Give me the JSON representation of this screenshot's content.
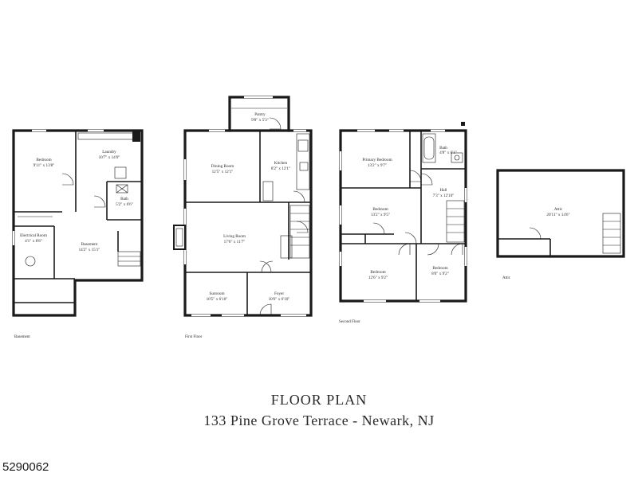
{
  "title": "FLOOR PLAN",
  "subtitle": "133 Pine Grove Terrace - Newark, NJ",
  "listing_id": "5290062",
  "floors": [
    {
      "label": "Basement",
      "rooms": [
        {
          "name": "Bedroom",
          "dims": "9'11\" x 13'8\""
        },
        {
          "name": "Laundry",
          "dims": "10'7\" x 14'0\""
        },
        {
          "name": "Bath",
          "dims": "5'2\" x 6'6\""
        },
        {
          "name": "Electrical Room",
          "dims": "4'1\" x 8'8\""
        },
        {
          "name": "Basement",
          "dims": "14'2\" x 15'1\""
        }
      ]
    },
    {
      "label": "First Floor",
      "rooms": [
        {
          "name": "Pantry",
          "dims": "9'8\" x 5'3\""
        },
        {
          "name": "Dining Room",
          "dims": "12'5\" x 12'1\""
        },
        {
          "name": "Kitchen",
          "dims": "8'2\" x 12'1\""
        },
        {
          "name": "Living Room",
          "dims": "17'6\" x 11'7\""
        },
        {
          "name": "Sunroom",
          "dims": "10'5\" x 6'10\""
        },
        {
          "name": "Foyer",
          "dims": "10'6\" x 6'10\""
        }
      ]
    },
    {
      "label": "Second Floor",
      "rooms": [
        {
          "name": "Primary Bedroom",
          "dims": "13'2\" x 9'7\""
        },
        {
          "name": "Bath",
          "dims": "4'8\" x 6'1\""
        },
        {
          "name": "Hall",
          "dims": "7'3\" x 12'10\""
        },
        {
          "name": "Bedroom",
          "dims": "13'2\" x 9'5\""
        },
        {
          "name": "Bedroom",
          "dims": "12'6\" x 9'2\""
        },
        {
          "name": "Bedroom",
          "dims": "8'0\" x 9'2\""
        }
      ]
    },
    {
      "label": "Attic",
      "rooms": [
        {
          "name": "Attic",
          "dims": "20'11\" x 14'6\""
        }
      ]
    }
  ]
}
